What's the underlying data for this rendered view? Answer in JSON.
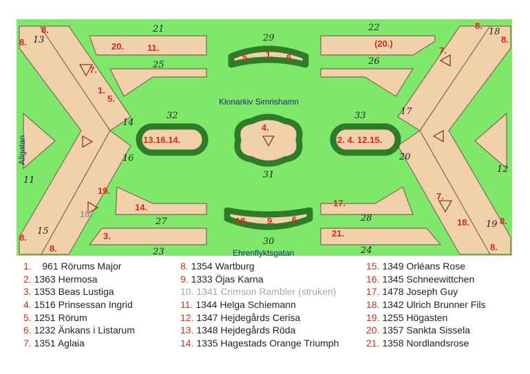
{
  "map": {
    "title": "Klonarkiv Simrishamn",
    "streets": {
      "left": "Allgatan",
      "bottom": "Ehrenflyktsgatan"
    },
    "colors": {
      "lawn": "#7ee86a",
      "bed": "#f1d1aa",
      "hedge": "#2f7b2a",
      "marker": "#d42a1f",
      "struck": "#9a9a9a"
    },
    "bed_numbers": [
      "21",
      "22",
      "25",
      "26",
      "29",
      "32",
      "33",
      "31",
      "27",
      "28",
      "23",
      "24",
      "30",
      "13",
      "18",
      "14",
      "17",
      "16",
      "20",
      "11",
      "12",
      "15",
      "19"
    ],
    "marker_labels": [
      "8.",
      "8.",
      "20.",
      "11.",
      "(20.)",
      "8.",
      "8.",
      "5.",
      "1.",
      "6.",
      "7.",
      "7.",
      "1.",
      "5.",
      "4.",
      "13.16.14.",
      "2. 4.  12.15.",
      "19.",
      "10.",
      "14.",
      "17.",
      "7.",
      "18.",
      "18.",
      "9.",
      "6",
      "3.",
      "21.",
      "8.",
      "8.",
      "8.",
      "8."
    ]
  },
  "legend": {
    "columns": [
      [
        {
          "n": "1.",
          "t": "961 Rörums Major"
        },
        {
          "n": "2.",
          "t": "1363 Hermosa"
        },
        {
          "n": "3.",
          "t": "1353 Beas Lustiga"
        },
        {
          "n": "4.",
          "t": "1516 Prinsessan Ingrid"
        },
        {
          "n": "5.",
          "t": "1251 Rörum"
        },
        {
          "n": "6.",
          "t": "1232 Änkans i Listarum"
        },
        {
          "n": "7.",
          "t": "1351 Aglaia"
        }
      ],
      [
        {
          "n": "8.",
          "t": "1354 Wartburg"
        },
        {
          "n": "9.",
          "t": "1333 Öjas Karna"
        },
        {
          "n": "10.",
          "t": "1341 Crimson Rambler (struken)",
          "struck": true
        },
        {
          "n": "11.",
          "t": "1344 Helga Schiemann"
        },
        {
          "n": "12.",
          "t": "1347 Hejdegårds Cerisa"
        },
        {
          "n": "13.",
          "t": "1348 Hejdegårds Röda"
        },
        {
          "n": "14.",
          "t": "1335 Hagestads Orange Triumph"
        }
      ],
      [
        {
          "n": "15.",
          "t": "1349 Orléans Rose"
        },
        {
          "n": "16.",
          "t": "1345 Schneewittchen"
        },
        {
          "n": "17.",
          "t": "1478 Joseph Guy"
        },
        {
          "n": "18.",
          "t": "1342 Ulrich Brunner Fils"
        },
        {
          "n": "19.",
          "t": "1255 Högasten"
        },
        {
          "n": "20.",
          "t": "1357 Sankta Sissela"
        },
        {
          "n": "21.",
          "t": "1358 Nordlandsrose"
        }
      ]
    ]
  }
}
